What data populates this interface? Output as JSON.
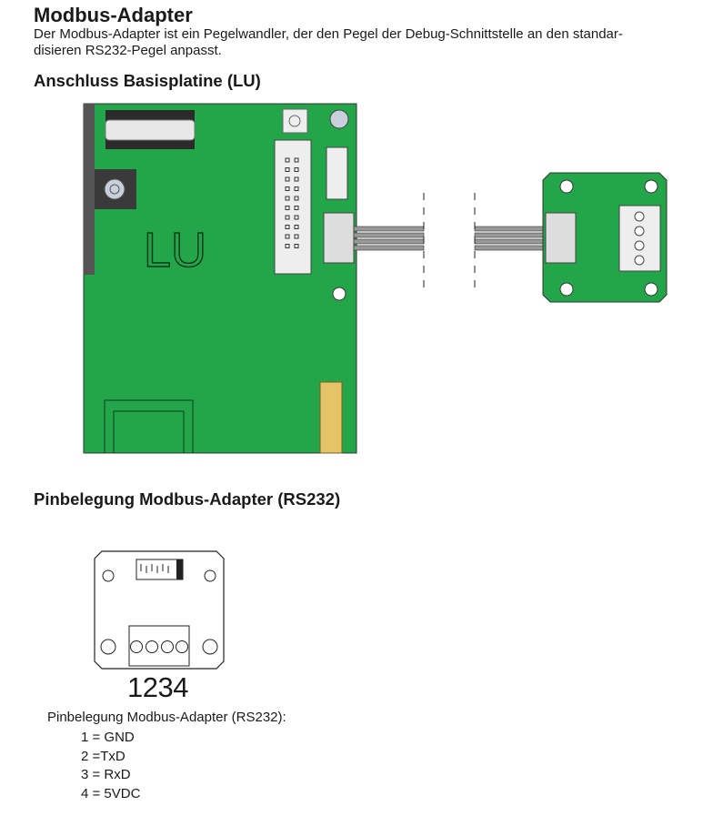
{
  "title": "Modbus-Adapter",
  "intro": [
    "Der Modbus-Adapter ist ein Pegelwandler, der den Pegel der Debug-Schnittstelle an den standar-",
    "disieren RS232-Pegel anpasst."
  ],
  "section1": {
    "heading": "Anschluss Basisplatine (LU)",
    "board_label": "LU"
  },
  "section2": {
    "heading": "Pinbelegung Modbus-Adapter (RS232)",
    "pin_numbers": "1234",
    "caption": "Pinbelegung Modbus-Adapter (RS232):",
    "pins": [
      "1 = GND",
      "2 =TxD",
      "3 = RxD",
      "4 = 5VDC"
    ]
  },
  "colors": {
    "pcb": "#23a64a",
    "text": "#1a1a1a"
  }
}
